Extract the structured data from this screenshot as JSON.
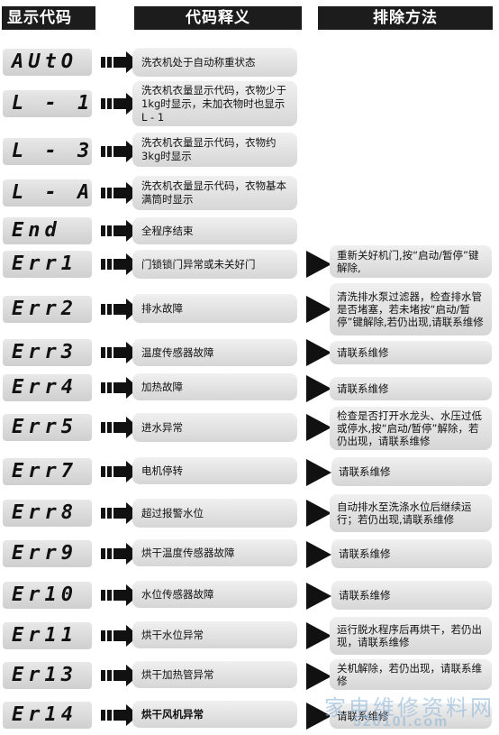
{
  "headers": {
    "code": "显示代码",
    "meaning": "代码释义",
    "solution": "排除方法"
  },
  "rows": [
    {
      "code": "AUtO",
      "desc": "洗衣机处于自动称重状态",
      "fix": ""
    },
    {
      "code": "L - 1",
      "desc": "洗衣机衣量显示代码，衣物少于1kg时显示，未加衣物时也显示 L - 1",
      "fix": ""
    },
    {
      "code": "L - 3",
      "desc": "洗衣机衣量显示代码，衣物约3kg时显示",
      "fix": ""
    },
    {
      "code": "L - A",
      "desc": "洗衣机衣量显示代码，衣物基本满筒时显示",
      "fix": ""
    },
    {
      "code": "End",
      "desc": "全程序结束",
      "fix": ""
    },
    {
      "code": "Err1",
      "desc": "门锁锁门异常或未关好门",
      "fix": "重新关好机门,按“启动/暂停”键解除,"
    },
    {
      "code": "Err2",
      "desc": "排水故障",
      "fix": "清洗排水泵过滤器，检查排水管是否堵塞，若未堵按“启动/暂停”键解除,若仍出现,请联系维修"
    },
    {
      "code": "Err3",
      "desc": "温度传感器故障",
      "fix": "请联系维修"
    },
    {
      "code": "Err4",
      "desc": "加热故障",
      "fix": "请联系维修"
    },
    {
      "code": "Err5",
      "desc": "进水异常",
      "fix": "检查是否打开水龙头、水压过低或停水,按“启动/暂停”解除，若仍出现，请联系维修"
    },
    {
      "code": "Err7",
      "desc": "电机停转",
      "fix": "请联系维修"
    },
    {
      "code": "Err8",
      "desc": "超过报警水位",
      "fix": "自动排水至洗涤水位后继续运行；若仍出现,请联系维修"
    },
    {
      "code": "Err9",
      "desc": "烘干温度传感器故障",
      "fix": "请联系维修"
    },
    {
      "code": "Er10",
      "desc": "水位传感器故障",
      "fix": "请联系维修"
    },
    {
      "code": "Er11",
      "desc": "烘干水位异常",
      "fix": "运行脱水程序后再烘干，若仍出现，请联系维修"
    },
    {
      "code": "Er13",
      "desc": "烘干加热管异常",
      "fix": "关机解除，若仍出现，请联系维修"
    },
    {
      "code": "Er14",
      "desc": "烘干风机异常",
      "fix": "请联系维修"
    }
  ],
  "watermark": {
    "cn": "家电维修资料网",
    "url": "52010l.com"
  }
}
